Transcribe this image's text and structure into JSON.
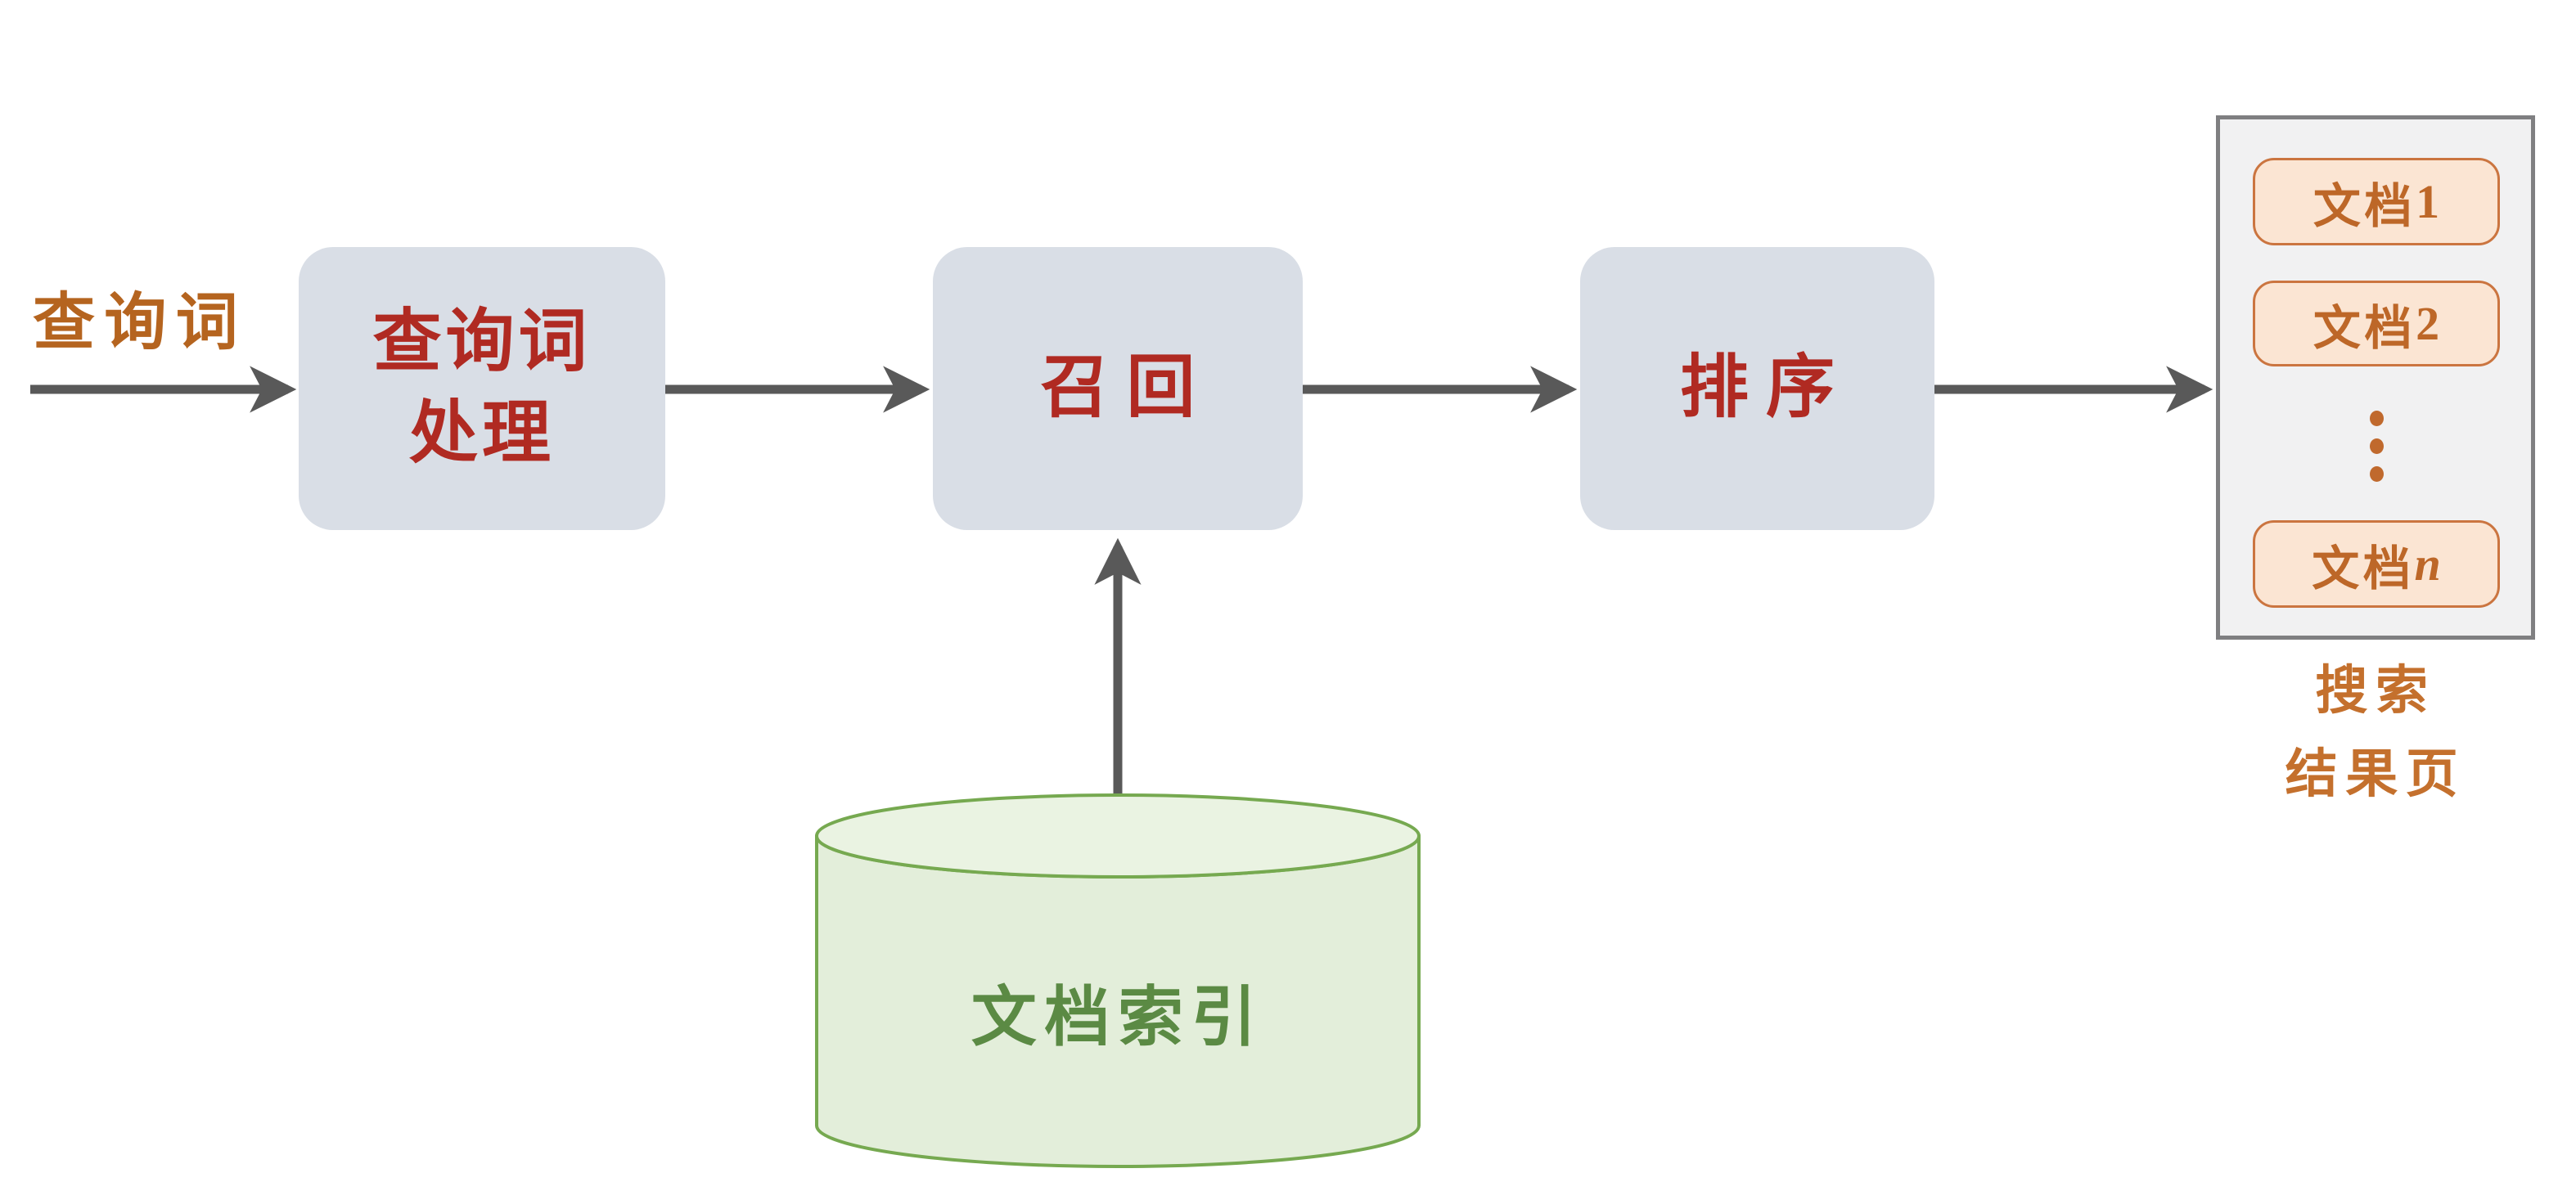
{
  "flow": {
    "input_label": "查询词",
    "stages": [
      {
        "id": "query-processing",
        "lines": [
          "查询词",
          "处理"
        ]
      },
      {
        "id": "recall",
        "lines": [
          "召回"
        ]
      },
      {
        "id": "ranking",
        "lines": [
          "排序"
        ]
      }
    ]
  },
  "results_panel": {
    "items": [
      {
        "prefix": "文档",
        "suffix": "1"
      },
      {
        "prefix": "文档",
        "suffix": "2"
      },
      {
        "prefix": "文档",
        "suffix": "n"
      }
    ],
    "ellipsis_dot_count": 3,
    "caption": {
      "line1": "搜索",
      "line2": "结果页"
    }
  },
  "index_store": {
    "label": "文档索引"
  },
  "colors": {
    "box_fill": "#d9dee6",
    "box_text": "#b02a22",
    "arrow": "#595959",
    "input_label_text": "#b5641f",
    "panel_fill": "#f1f1f2",
    "panel_border": "#7f7f81",
    "pill_fill": "#fbe5d3",
    "pill_border": "#cb7540",
    "pill_text": "#bd6728",
    "ellipsis_dot": "#c0692d",
    "caption_text": "#c4702d",
    "cylinder_fill": "#e3eeda",
    "cylinder_top_fill": "#eaf3e2",
    "cylinder_stroke": "#76a950",
    "cylinder_text": "#5b8a44"
  }
}
